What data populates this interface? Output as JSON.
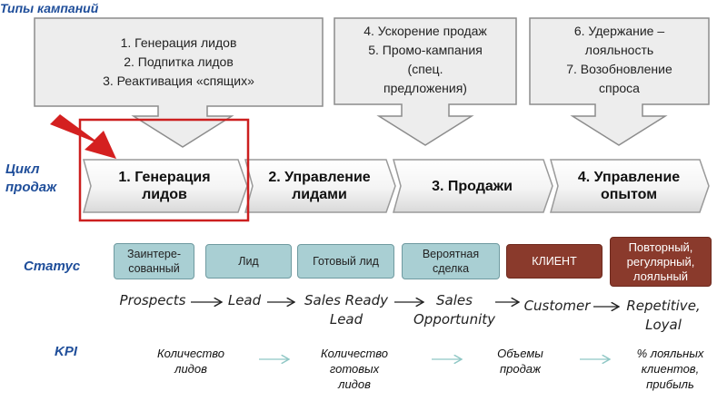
{
  "header": {
    "campaign_types_label": "Типы кампаний"
  },
  "campaign_boxes": [
    {
      "lines": [
        "1.   Генерация лидов",
        "2.   Подпитка лидов",
        "3.   Реактивация «спящих»"
      ]
    },
    {
      "lines": [
        "4. Ускорение продаж",
        "5. Промо-кампания",
        "(спец.",
        "предложения)"
      ]
    },
    {
      "lines": [
        "6. Удержание –",
        "лояльность",
        "7. Возобновление",
        "спроса"
      ]
    }
  ],
  "cycle": {
    "label_line1": "Цикл",
    "label_line2": "продаж",
    "stages": [
      {
        "line1": "1.  Генерация",
        "line2": "лидов"
      },
      {
        "line1": "2. Управление",
        "line2": "лидами"
      },
      {
        "line1": "3. Продажи",
        "line2": ""
      },
      {
        "line1": "4. Управление",
        "line2": "опытом"
      }
    ]
  },
  "status": {
    "label": "Статус",
    "boxes": [
      {
        "line1": "Заинтере-",
        "line2": "сованный",
        "line3": ""
      },
      {
        "line1": "Лид",
        "line2": "",
        "line3": ""
      },
      {
        "line1": "Готовый лид",
        "line2": "",
        "line3": ""
      },
      {
        "line1": "Вероятная",
        "line2": "сделка",
        "line3": ""
      },
      {
        "line1": "КЛИЕНТ",
        "line2": "",
        "line3": ""
      },
      {
        "line1": "Повторный,",
        "line2": "регулярный,",
        "line3": "лояльный"
      }
    ],
    "english": [
      {
        "line1": "Prospects",
        "line2": ""
      },
      {
        "line1": "Lead",
        "line2": ""
      },
      {
        "line1": "Sales Ready",
        "line2": "Lead"
      },
      {
        "line1": "Sales",
        "line2": "Opportunity"
      },
      {
        "line1": "Customer",
        "line2": ""
      },
      {
        "line1": "Repetitive,",
        "line2": "Loyal"
      }
    ]
  },
  "kpi": {
    "label": "KPI",
    "items": [
      {
        "line1": "Количество",
        "line2": "лидов",
        "line3": ""
      },
      {
        "line1": "Количество",
        "line2": "готовых",
        "line3": "лидов"
      },
      {
        "line1": "Объемы",
        "line2": "продаж",
        "line3": ""
      },
      {
        "line1": "% лояльных",
        "line2": "клиентов,",
        "line3": "прибыль"
      }
    ]
  },
  "colors": {
    "row_label": "#1f4e9a",
    "status_teal": "#a9cfd3",
    "status_brown": "#8a3a2c",
    "highlight_red": "#cc1f1f",
    "callout_gray": "#ededed"
  }
}
